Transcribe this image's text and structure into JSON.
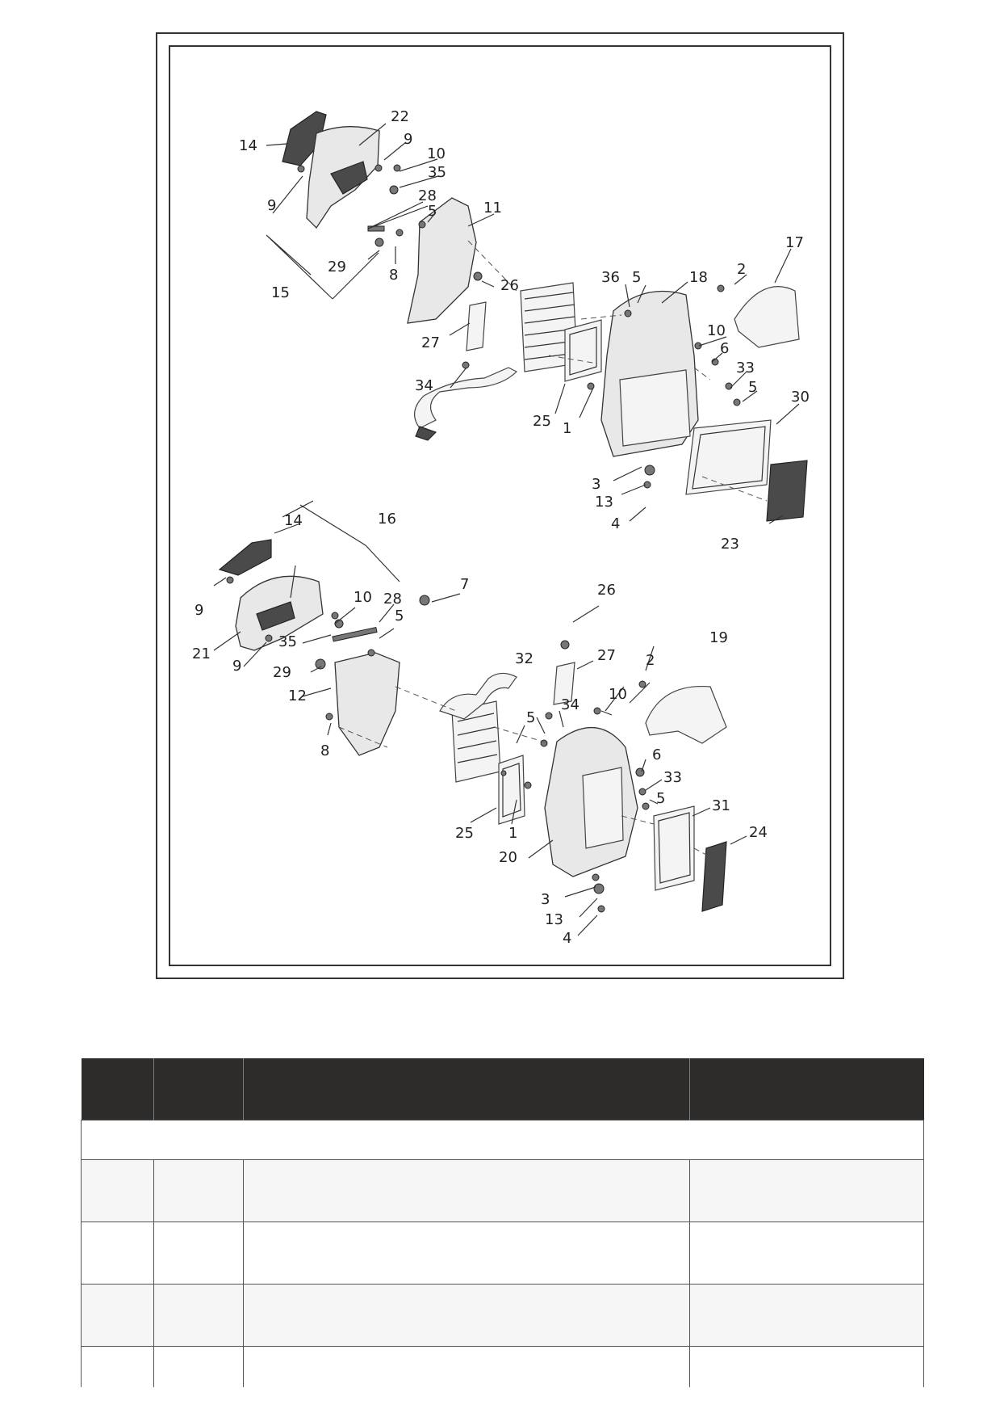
{
  "diagram": {
    "callouts": [
      "22",
      "14",
      "9",
      "10",
      "35",
      "9",
      "28",
      "5",
      "11",
      "29",
      "8",
      "15",
      "26",
      "27",
      "34",
      "17",
      "2",
      "36",
      "5",
      "18",
      "10",
      "6",
      "33",
      "5",
      "30",
      "25",
      "1",
      "3",
      "13",
      "4",
      "23",
      "14",
      "16",
      "9",
      "21",
      "9",
      "10",
      "28",
      "35",
      "29",
      "5",
      "7",
      "26",
      "12",
      "8",
      "27",
      "19",
      "2",
      "32",
      "10",
      "5",
      "34",
      "6",
      "33",
      "5",
      "31",
      "24",
      "25",
      "1",
      "20",
      "3",
      "13",
      "4"
    ]
  },
  "table": {
    "headers": [
      "",
      "",
      "",
      ""
    ],
    "group_label": "",
    "rows": [
      [
        "",
        "",
        "",
        ""
      ],
      [
        "",
        "",
        "",
        ""
      ],
      [
        "",
        "",
        "",
        ""
      ],
      [
        "",
        "",
        "",
        ""
      ]
    ]
  }
}
